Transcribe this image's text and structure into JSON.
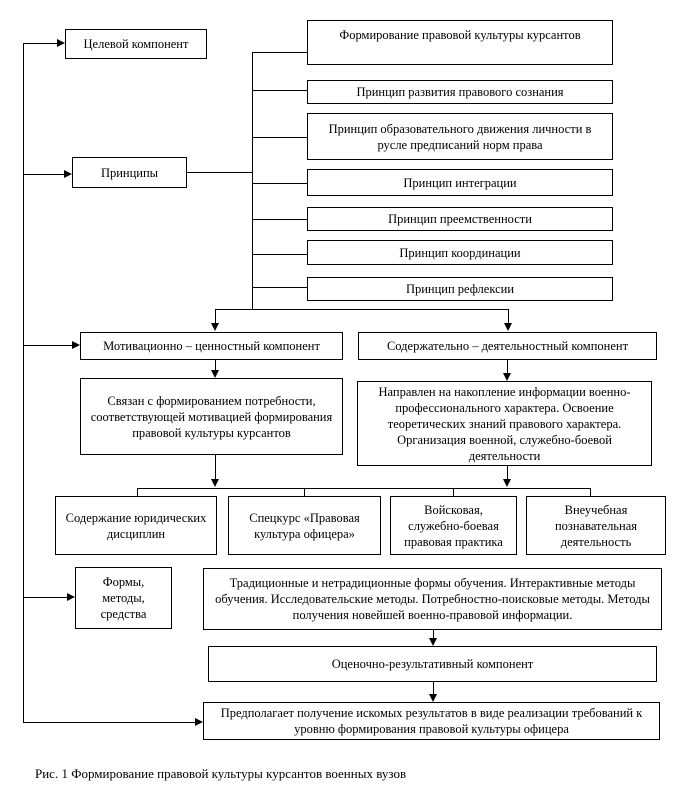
{
  "diagram": {
    "caption": "Рис. 1 Формирование правовой культуры курсантов военных вузов",
    "boxes": {
      "target": "Целевой компонент",
      "principles": "Принципы",
      "formation": "Формирование правовой культуры курсантов",
      "principle_1": "Принцип развития правового сознания",
      "principle_2": "Принцип образовательного движения личности в русле предписаний норм права",
      "principle_3": "Принцип интеграции",
      "principle_4": "Принцип преемственности",
      "principle_5": "Принцип координации",
      "principle_6": "Принцип рефлексии",
      "motivational": "Мотивационно – ценностный компонент",
      "content": "Содержательно – деятельностный компонент",
      "motivational_desc": "Связан с формированием потребности, соответствующей мотивацией формирования правовой культуры курсантов",
      "content_desc": "Направлен на накопление информации военно-профессионального характера. Освоение теоретических знаний правового характера. Организация военной, служебно-боевой деятельности",
      "law_disciplines": "Содержание юридических дисциплин",
      "special_course": "Спецкурс «Правовая культура офицера»",
      "troop_practice": "Войсковая, служебно-боевая правовая практика",
      "extracurricular": "Внеучебная познавательная деятельность",
      "forms_methods": "Формы, методы, средства",
      "methods_desc": "Традиционные и нетрадиционные формы обучения. Интерактивные методы обучения. Исследовательские методы. Потребностно-поисковые методы. Методы получения новейшей военно-правовой информации.",
      "evaluative": "Оценочно-результативный компонент",
      "result_desc": "Предполагает получение искомых результатов в виде реализации требований к уровню формирования правовой культуры офицера"
    }
  }
}
